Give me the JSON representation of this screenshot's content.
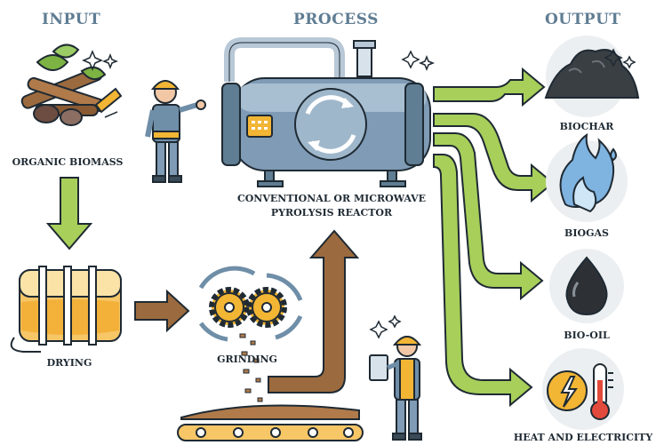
{
  "headers": {
    "input": "INPUT",
    "process": "PROCESS",
    "output": "OUTPUT"
  },
  "labels": {
    "organic_biomass": "ORGANIC BIOMASS",
    "drying": "DRYING",
    "grinding": "GRINDING",
    "reactor_line1": "CONVENTIONAL OR MICROWAVE",
    "reactor_line2": "PYROLYSIS REACTOR",
    "biochar": "BIOCHAR",
    "biogas": "BIOGAS",
    "bio_oil": "BIO-OIL",
    "heat_electricity": "HEAT AND ELECTRICITY"
  },
  "colors": {
    "header": "#5f7d93",
    "arrow_green": "#a7cf5a",
    "arrow_brown": "#9b6a3e",
    "reactor_blue": "#7f9bb5",
    "drying_yellow": "#f6c667",
    "gear_yellow": "#f2b534"
  }
}
